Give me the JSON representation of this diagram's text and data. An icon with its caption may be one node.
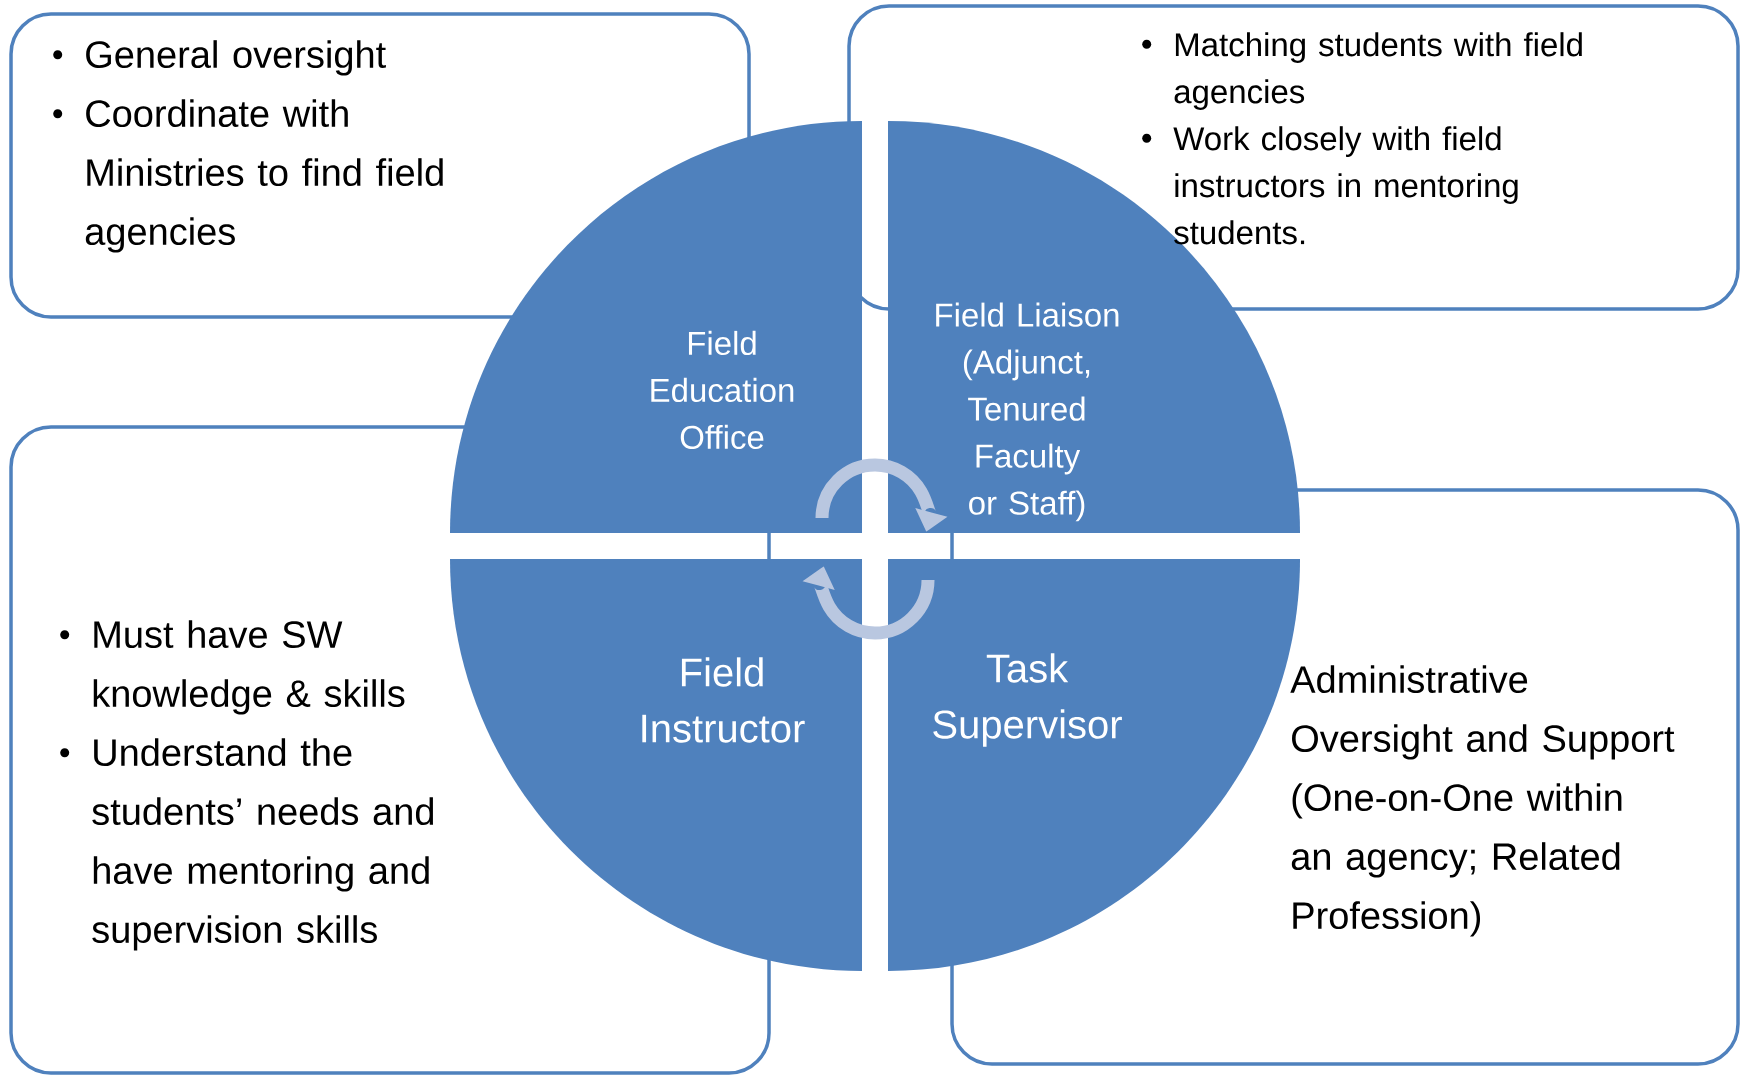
{
  "diagram": {
    "nodes": [
      {
        "text": [
          "General oversight",
          "Coordinate with Ministries to find field agencies"
        ]
      },
      {
        "text": [
          "Matching students with field agencies",
          "Work closely with field instructors in mentoring students."
        ]
      },
      {
        "text": [
          "Must have SW knowledge & skills",
          "Understand the students’ needs and have mentoring and supervision skills"
        ]
      },
      {
        "text": [
          "Administrative Oversight and Support (One-on-One within an agency; Related Profession)"
        ]
      },
      {
        "text": [
          "Field Education Office"
        ]
      },
      {
        "text": [
          "Field Liaison (Adjunct, Tenured Faculty or Staff)"
        ]
      },
      {
        "text": [
          "Field Instructor"
        ]
      },
      {
        "text": [
          "Task Supervisor"
        ]
      }
    ],
    "edges": [
      {
        "from": 4,
        "to": 5,
        "arrow": "to"
      },
      {
        "from": 7,
        "to": 6,
        "arrow": "to"
      }
    ]
  }
}
